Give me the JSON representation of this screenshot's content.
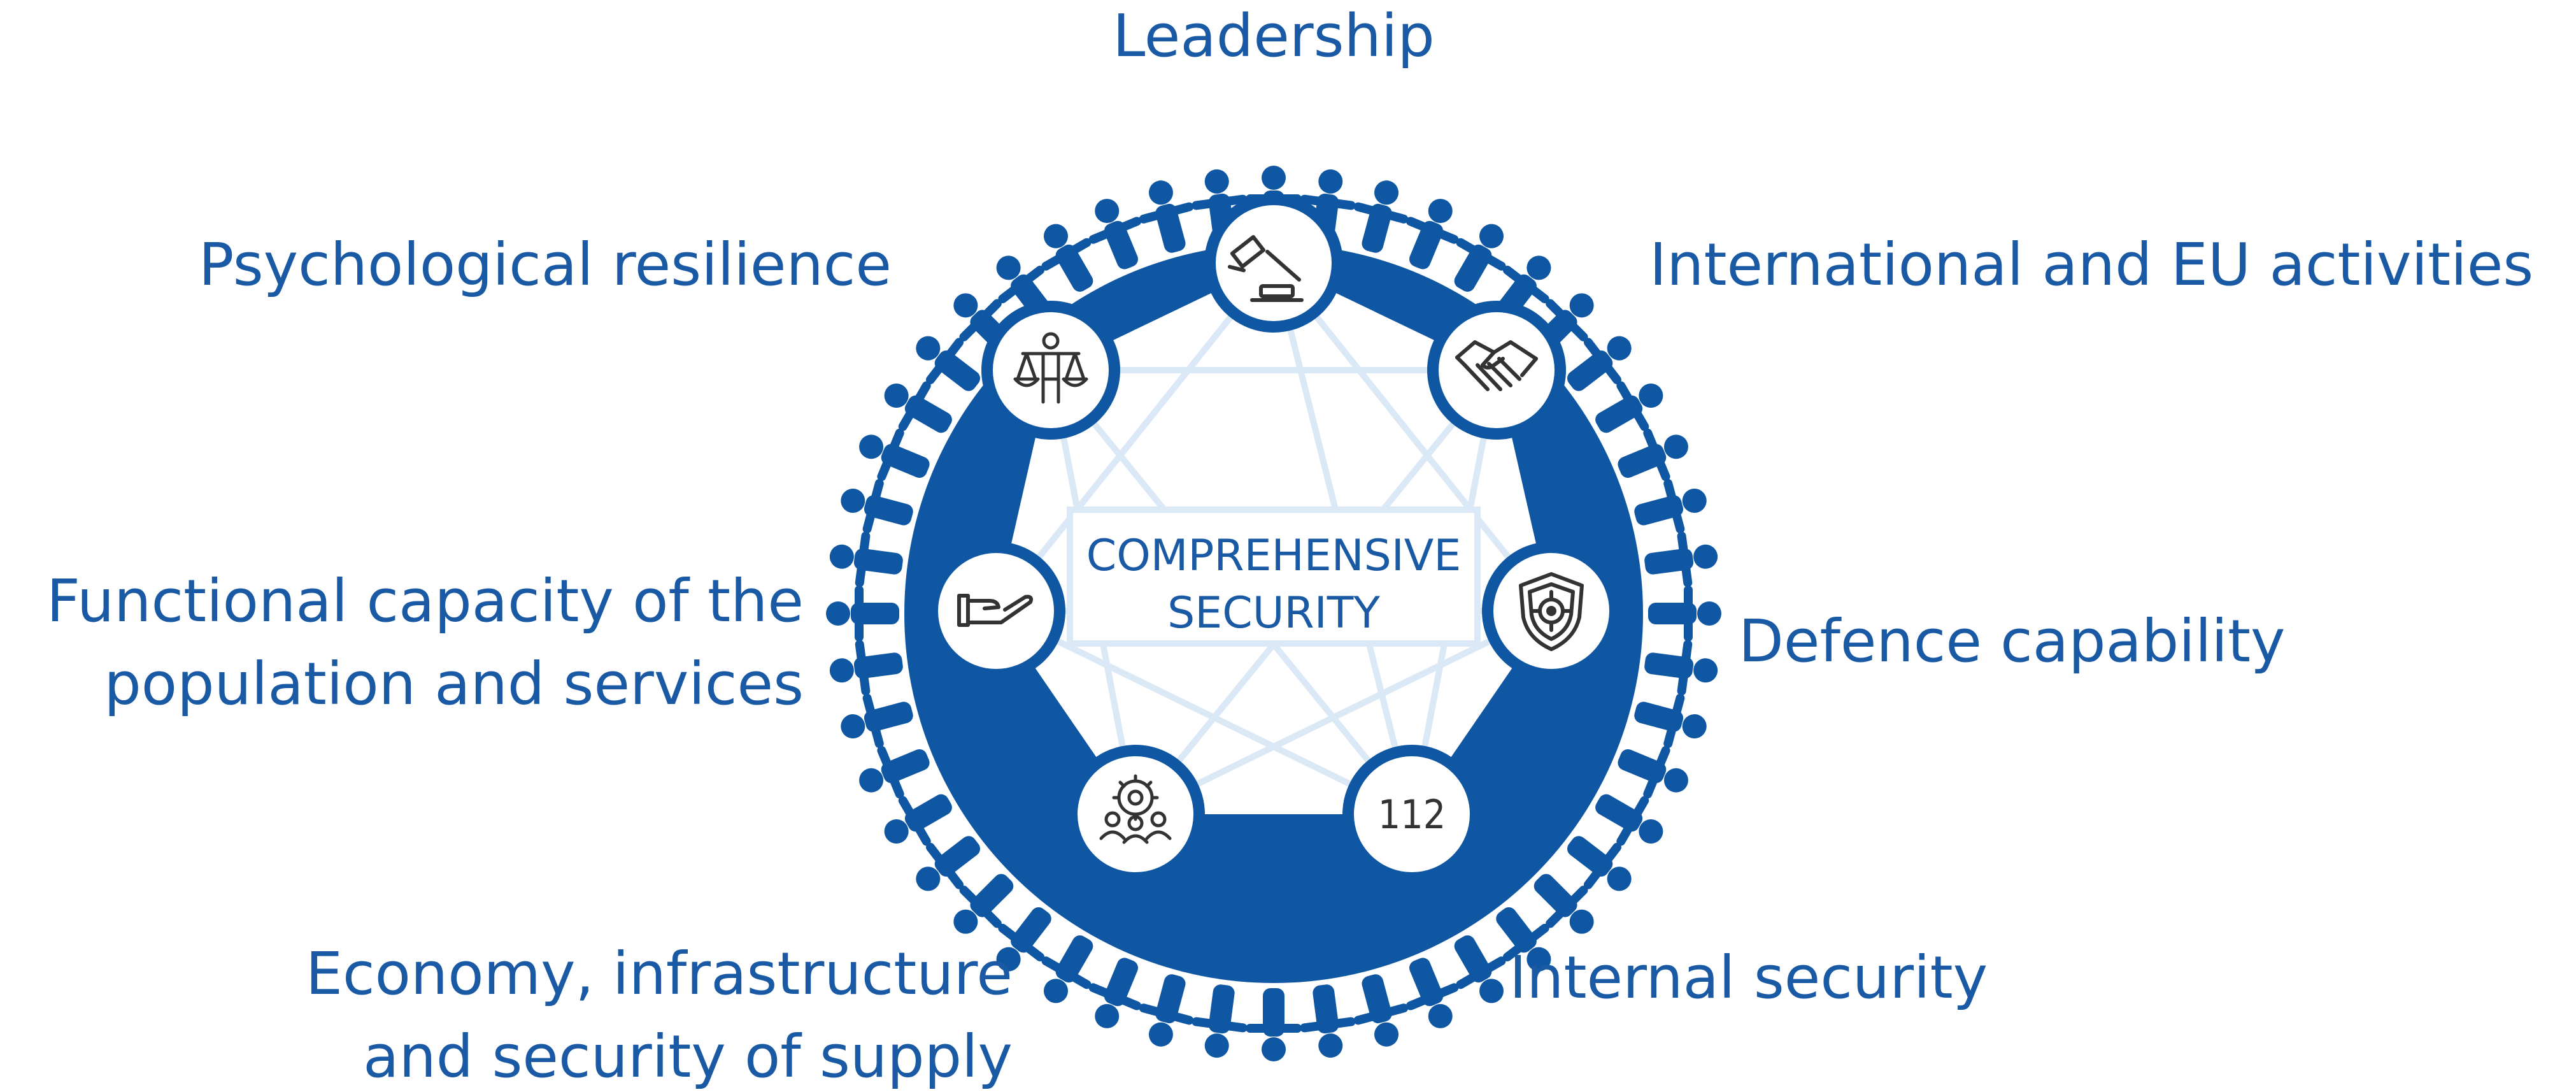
{
  "center": {
    "line1": "COMPREHENSIVE",
    "line2": "SECURITY"
  },
  "labels": {
    "leadership": "Leadership",
    "international": "International and EU activities",
    "defence": "Defence capability",
    "internal": "Internal security",
    "economy_1": "Economy, infrastructure",
    "economy_2": "and security of supply",
    "functional_1": "Functional capacity of the",
    "functional_2": "population and services",
    "psychological": "Psychological resilience"
  },
  "icons": {
    "leadership": "gavel-icon",
    "international": "handshake-icon",
    "defence": "shield-target-icon",
    "internal": "emergency-112-icon",
    "internal_text": "112",
    "economy": "gear-people-icon",
    "functional": "hand-help-icon",
    "psychological": "person-scales-icon"
  },
  "colors": {
    "brand_blue": "#0f57a3",
    "label_blue": "#1a5aa5",
    "icon_stroke": "#333333",
    "inner_web": "#dbe9f6"
  }
}
